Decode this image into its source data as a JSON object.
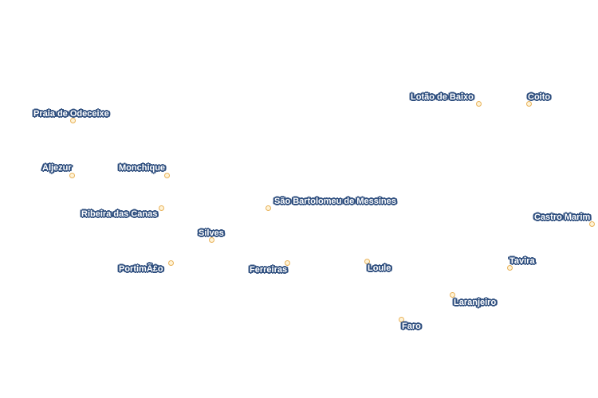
{
  "map": {
    "places": [
      {
        "id": "praia-de-odeceixe",
        "name": "Praia de Odeceixe"
      },
      {
        "id": "aljezur",
        "name": "Aljezur"
      },
      {
        "id": "monchique",
        "name": "Monchique"
      },
      {
        "id": "ribeira-das-canas",
        "name": "Ribeira das Canas"
      },
      {
        "id": "silves",
        "name": "Silves"
      },
      {
        "id": "portimao",
        "name": "PortimÃ£o"
      },
      {
        "id": "ferreiras",
        "name": "Ferreiras"
      },
      {
        "id": "sao-bartolomeu-de-messines",
        "name": "São Bartolomeu de Messines"
      },
      {
        "id": "loule",
        "name": "Loule"
      },
      {
        "id": "faro",
        "name": "Faro"
      },
      {
        "id": "laranjeiro",
        "name": "Laranjeiro"
      },
      {
        "id": "tavira",
        "name": "Tavira"
      },
      {
        "id": "castro-marim",
        "name": "Castro Marim"
      },
      {
        "id": "lotao-de-baixo",
        "name": "Lotão de Baixo"
      },
      {
        "id": "coito",
        "name": "Coito"
      }
    ]
  },
  "colors": {
    "label_text": "#ffffff",
    "label_halo": "#2f4f7f",
    "marker_fill": "#fff3d6",
    "marker_stroke": "#e8b25a"
  }
}
